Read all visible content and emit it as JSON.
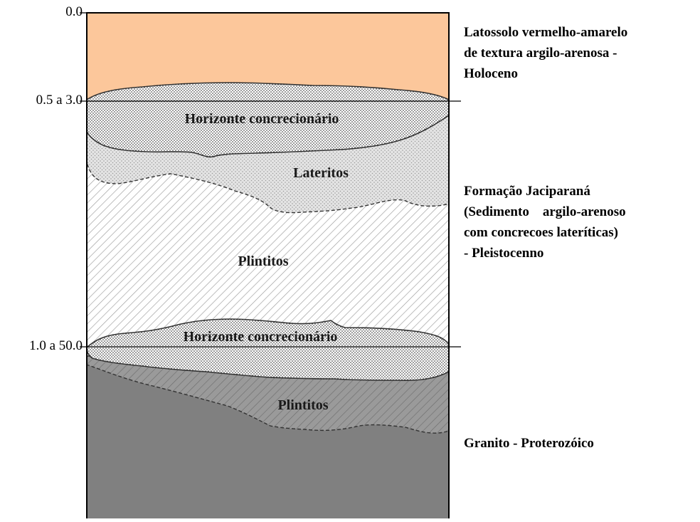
{
  "depths": [
    "0.0",
    "0.5 a 3.0",
    "1.0 a 50.0"
  ],
  "layers": {
    "horizonte_1": "Horizonte  concrecionário",
    "lateritos": "Lateritos",
    "plintitos_1": "Plintitos",
    "horizonte_2": "Horizonte concrecionário",
    "plintitos_2": "Plintitos"
  },
  "descriptions": {
    "latossolo": [
      "Latossolo vermelho-amarelo",
      "de textura argilo-arenosa -",
      "Holoceno"
    ],
    "jaciparana": [
      "Formação Jaciparaná",
      "(Sedimento    argilo-arenoso",
      "com concrecoes lateríticas)",
      "- Pleistocenno"
    ],
    "granito": [
      "Granito - Proterozóico"
    ]
  },
  "colors": {
    "latossolo": "#fcc79b",
    "granito": "#808080",
    "background": "#ffffff"
  }
}
